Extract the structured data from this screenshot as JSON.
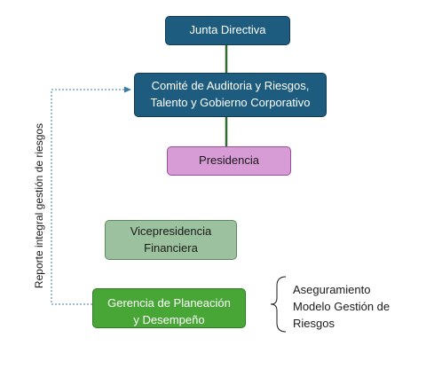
{
  "nodes": {
    "junta": {
      "lines": [
        "Junta Directiva"
      ]
    },
    "comite": {
      "lines": [
        "Comité de Auditoria y Riesgos,",
        "Talento y Gobierno Corporativo"
      ]
    },
    "presidencia": {
      "lines": [
        "Presidencia"
      ]
    },
    "vicepresidencia": {
      "lines": [
        "Vicepresidencia",
        "Financiera"
      ]
    },
    "gerencia": {
      "lines": [
        "Gerencia de Planeación",
        "y Desempeño"
      ]
    }
  },
  "side_label": "Reporte integral gestión de riesgos",
  "note": {
    "lines": [
      "Aseguramiento",
      "Modelo Gestión de",
      "Riesgos"
    ]
  },
  "colors": {
    "dark_node": "#1d5c7e",
    "pink_node": "#d79bd6",
    "sage_node": "#9cc19e",
    "green_node": "#48a637",
    "connector": "#2e6b2e",
    "dotted_arrow": "#3a7ca5"
  }
}
